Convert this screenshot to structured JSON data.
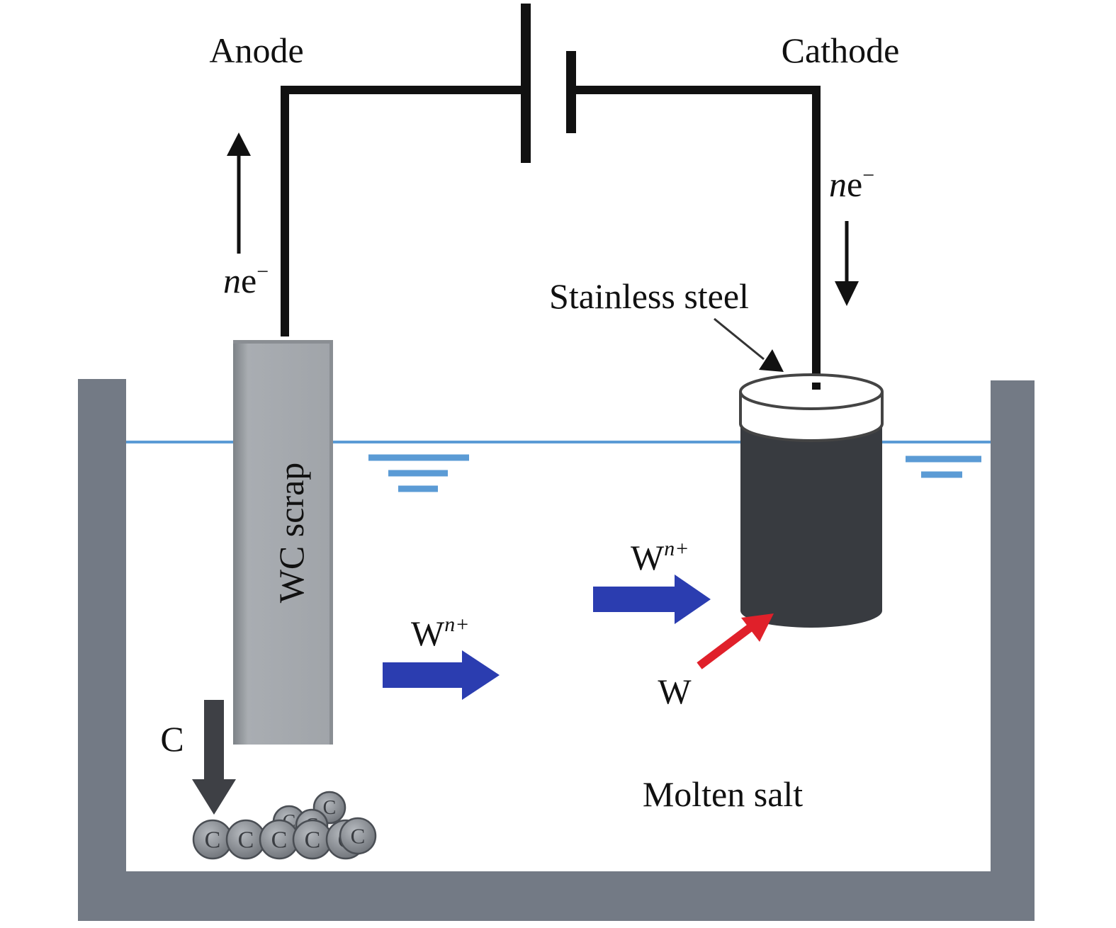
{
  "labels": {
    "anode": "Anode",
    "cathode": "Cathode",
    "electron_coeff": "n",
    "electron_symbol": "e",
    "electron_charge": "−",
    "stainless_steel": "Stainless steel",
    "wc_scrap": "WC scrap",
    "tungsten_ion_symbol": "W",
    "tungsten_ion_charge": "n+",
    "tungsten_metal": "W",
    "carbon": "C",
    "carbon_particle": "C",
    "molten_salt": "Molten salt"
  },
  "colors": {
    "wire": "#111111",
    "crucible": "#737a85",
    "electrolyte_line": "#5b9bd5",
    "wc_scrap": "#a2a6ab",
    "cathode_body": "#383b40",
    "ion_arrow": "#2b3db0",
    "tungsten_arrow": "#e0202a",
    "carbon_arrow": "#3e4045",
    "carbon_particle": "#8c9096"
  },
  "icons": {
    "battery": "dc-power-source-icon",
    "electron_flow": "arrow-up-icon",
    "ion_flow": "block-arrow-right-icon",
    "carbon_fall": "block-arrow-down-icon"
  }
}
